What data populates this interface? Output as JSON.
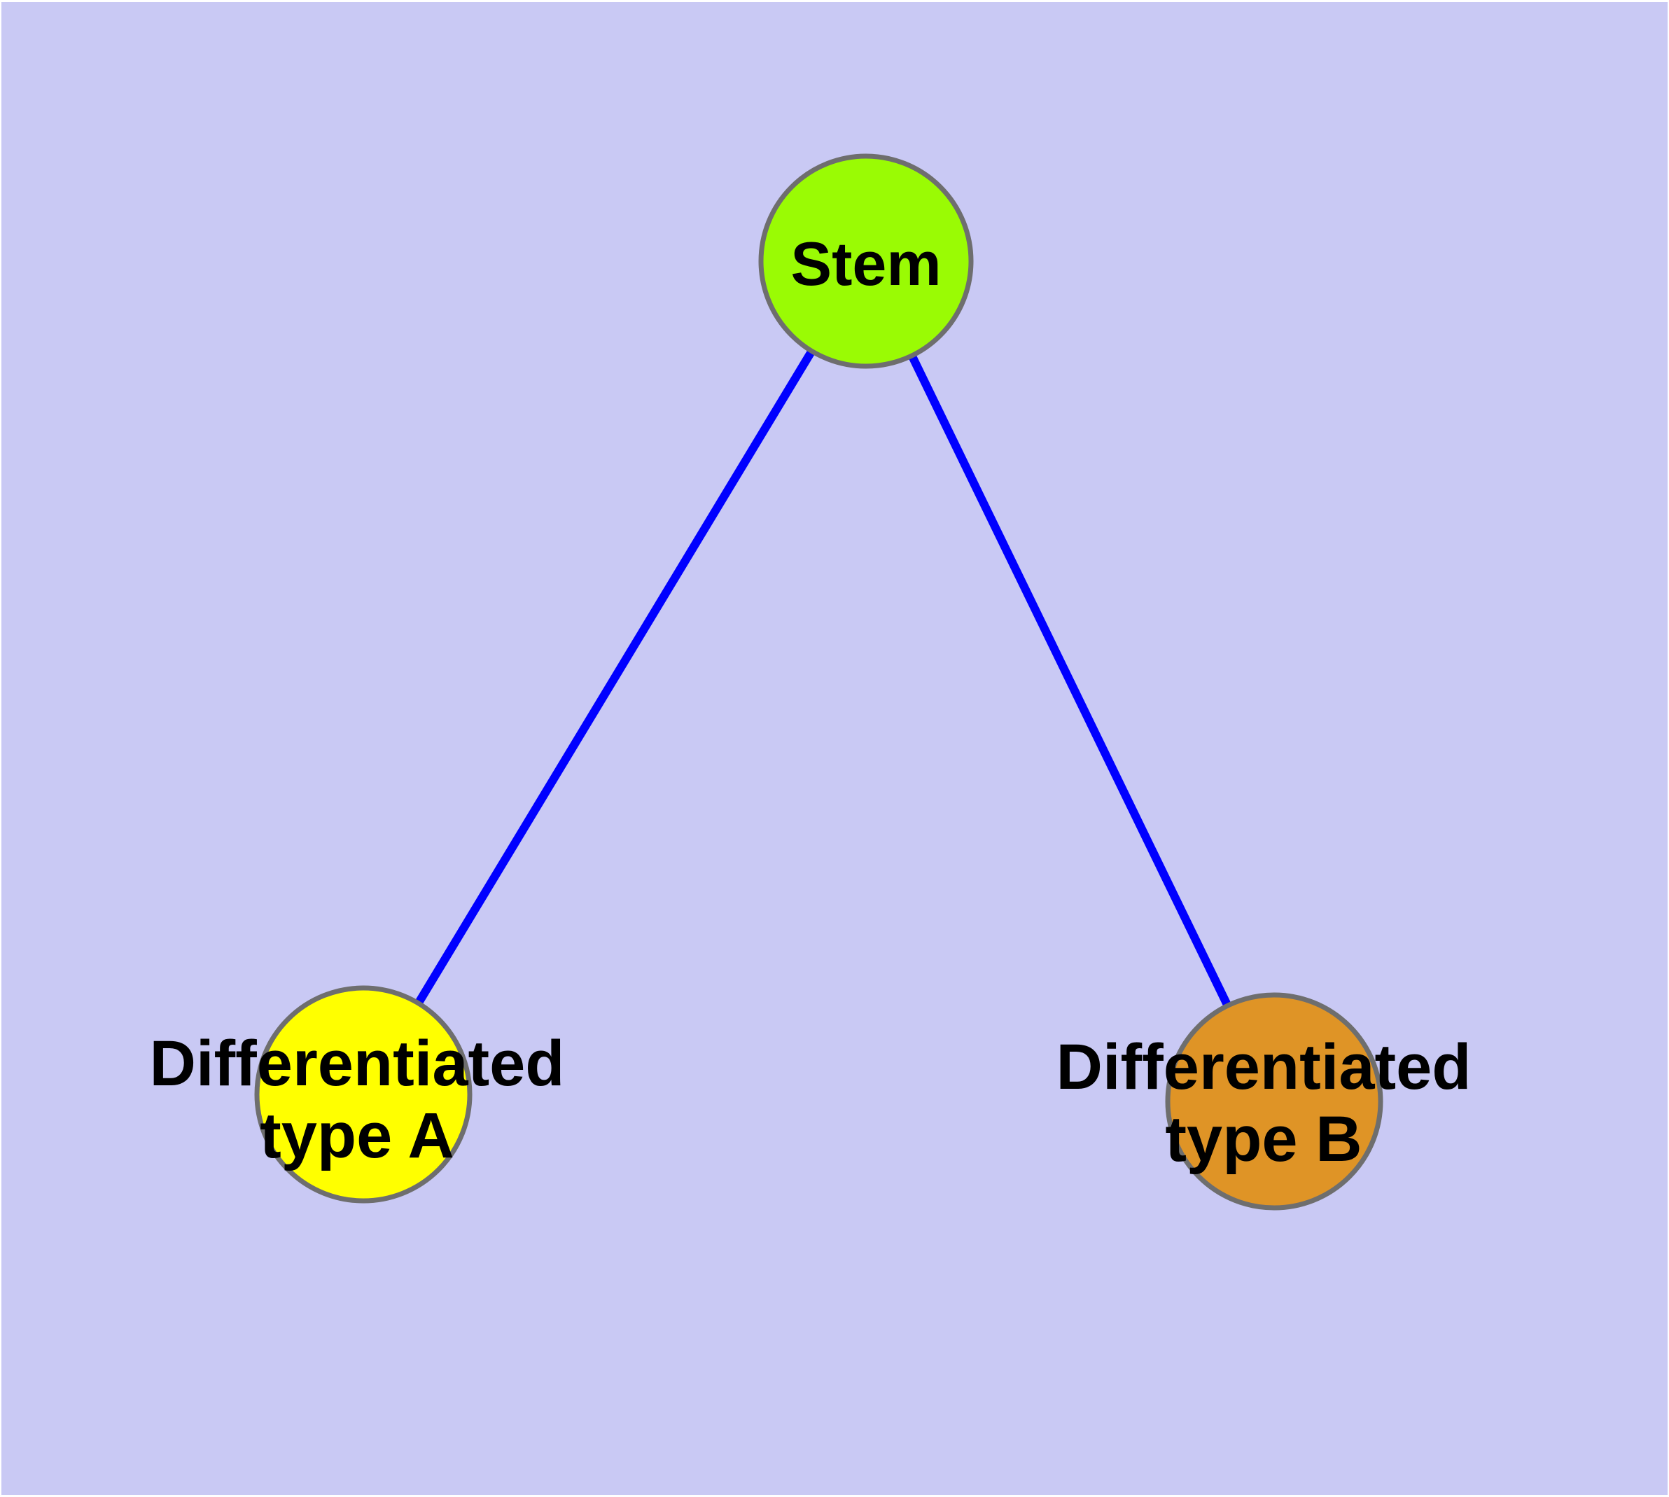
{
  "diagram": {
    "background_color": "#C9C9F4",
    "margin_color": "#FFFFFF",
    "border_color": "#6E6E6E",
    "label_color": "#000000",
    "edge_color": "#0000FF",
    "nodes": [
      {
        "id": "stem",
        "label": "Stem",
        "fill": "#9AFB04"
      },
      {
        "id": "differentiated-type-a",
        "label": "Differentiated type A",
        "label_line1": "Differentiated",
        "label_line2": "type A",
        "fill": "#FFFF00"
      },
      {
        "id": "differentiated-type-b",
        "label": "Differentiated type B",
        "label_line1": "Differentiated",
        "label_line2": "type B",
        "fill": "#DF9426"
      }
    ],
    "edges": [
      {
        "from": "Stem",
        "to": "Differentiated type A",
        "color": "#0000FF"
      },
      {
        "from": "Stem",
        "to": "Differentiated type B",
        "color": "#0000FF"
      }
    ]
  }
}
